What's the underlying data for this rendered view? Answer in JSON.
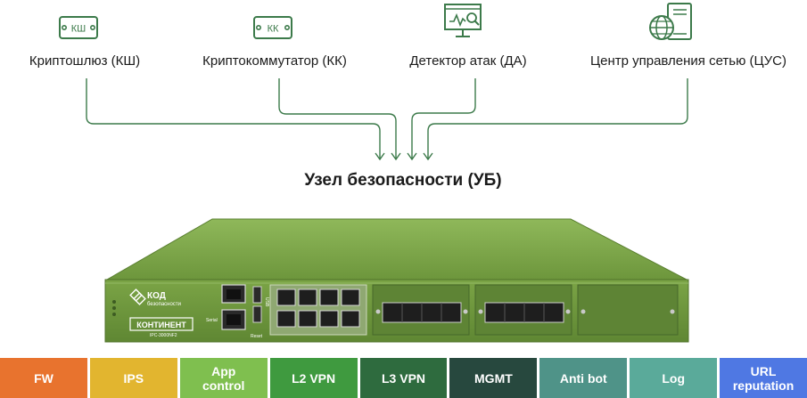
{
  "components": [
    {
      "label": "Криптошлюз (КШ)",
      "icon": "crypto-gateway-icon",
      "icon_text": "КШ"
    },
    {
      "label": "Криптокоммутатор (КК)",
      "icon": "crypto-switch-icon",
      "icon_text": "КК"
    },
    {
      "label": "Детектор атак (ДА)",
      "icon": "attack-detector-monitor-icon"
    },
    {
      "label": "Центр управления сетью (ЦУС)",
      "icon": "globe-server-icon"
    }
  ],
  "title": "Узел безопасности (УБ)",
  "device": {
    "brand": "КОД",
    "brand_sub": "безопасности",
    "model": "КОНТИНЕНТ",
    "model_sub": "IPC-3000NF2",
    "port_serial": "Serial",
    "port_reset": "Reset",
    "port_usb": "USB"
  },
  "modules": [
    {
      "label": "FW",
      "color": "#e8732e"
    },
    {
      "label": "IPS",
      "color": "#e2b52f"
    },
    {
      "label": "App\ncontrol",
      "color": "#7fbf4f"
    },
    {
      "label": "L2 VPN",
      "color": "#3f9a3f"
    },
    {
      "label": "L3 VPN",
      "color": "#2e6b3e"
    },
    {
      "label": "MGMT",
      "color": "#27483e"
    },
    {
      "label": "Anti bot",
      "color": "#4f9388"
    },
    {
      "label": "Log",
      "color": "#5aaa9a"
    },
    {
      "label": "URL\nreputation",
      "color": "#4f78e3"
    }
  ],
  "colors": {
    "accent": "#3c7a4a",
    "device": "#7da64a"
  }
}
